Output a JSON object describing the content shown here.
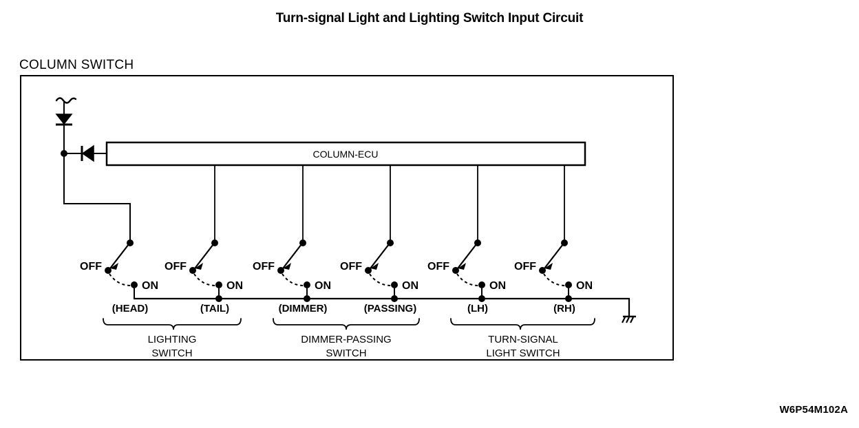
{
  "page": {
    "title": "Turn-signal Light and Lighting Switch Input Circuit",
    "section_label": "COLUMN SWITCH",
    "part_number": "W6P54M102A",
    "background_color": "#ffffff",
    "line_color": "#000000"
  },
  "ecu": {
    "label": "COLUMN-ECU"
  },
  "states": {
    "off": "OFF",
    "on": "ON"
  },
  "switches": [
    {
      "name": "(HEAD)",
      "off_label": "OFF",
      "on_label": "ON"
    },
    {
      "name": "(TAIL)",
      "off_label": "OFF",
      "on_label": "ON"
    },
    {
      "name": "(DIMMER)",
      "off_label": "OFF",
      "on_label": "ON"
    },
    {
      "name": "(PASSING)",
      "off_label": "OFF",
      "on_label": "ON"
    },
    {
      "name": "(LH)",
      "off_label": "OFF",
      "on_label": "ON"
    },
    {
      "name": "(RH)",
      "off_label": "OFF",
      "on_label": "ON"
    }
  ],
  "groups": [
    {
      "line1": "LIGHTING",
      "line2": "SWITCH"
    },
    {
      "line1": "DIMMER-PASSING",
      "line2": "SWITCH"
    },
    {
      "line1": "TURN-SIGNAL",
      "line2": "LIGHT SWITCH"
    }
  ],
  "symbols": {
    "ground": "chassis-ground",
    "diode_supply": "diode-down",
    "diode_ecu": "diode-left",
    "wire_break": "squiggle"
  }
}
